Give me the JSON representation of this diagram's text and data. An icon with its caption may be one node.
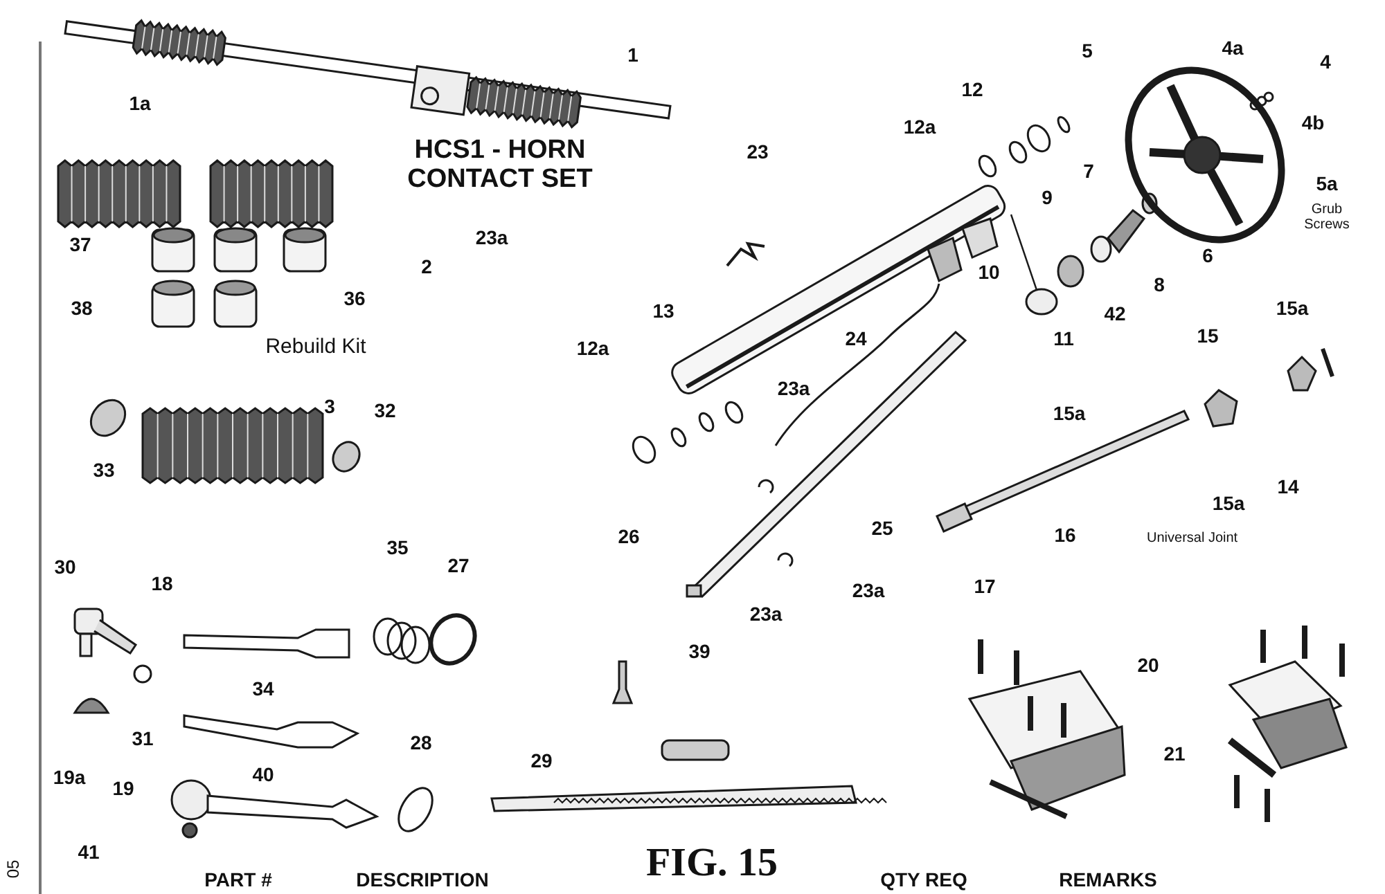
{
  "diagram": {
    "title": "FIG. 15",
    "labels": [
      "1",
      "5",
      "4a",
      "4",
      "1a",
      "12",
      "12a",
      "4b",
      "HCS1 - HORN CONTACT SET",
      "23",
      "7",
      "5a",
      "Grub Screws",
      "9",
      "37",
      "23a",
      "2",
      "6",
      "10",
      "8",
      "38",
      "36",
      "13",
      "42",
      "15a",
      "24",
      "11",
      "15",
      "Rebuild Kit",
      "12a",
      "23a",
      "3",
      "32",
      "15a",
      "33",
      "14",
      "15a",
      "26",
      "25",
      "16",
      "Universal Joint",
      "35",
      "30",
      "27",
      "18",
      "17",
      "23a",
      "23a",
      "39",
      "20",
      "34",
      "31",
      "28",
      "21",
      "29",
      "19a",
      "19",
      "40",
      "41",
      "05",
      "PART #",
      "DESCRIPTION",
      "QTY REQ",
      "REMARKS"
    ]
  }
}
